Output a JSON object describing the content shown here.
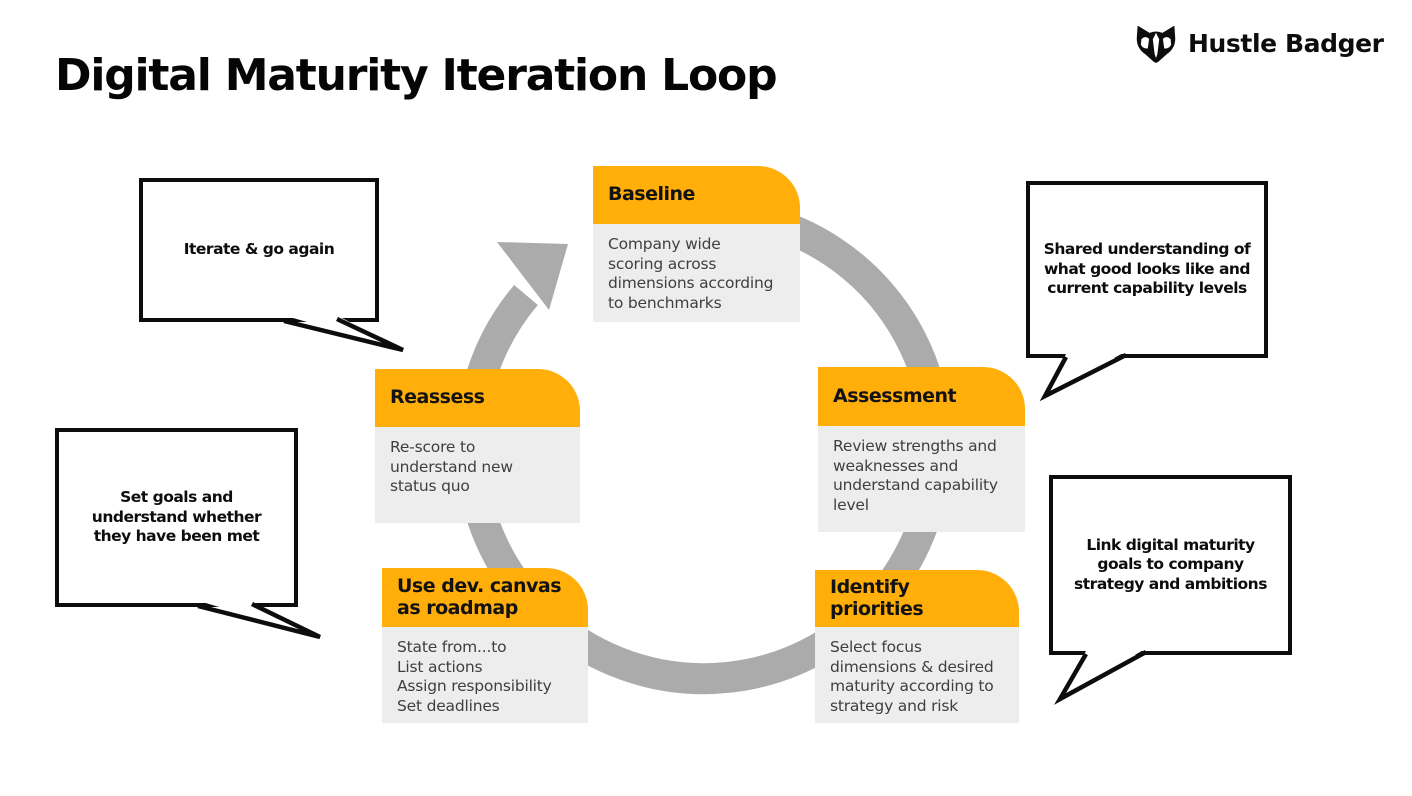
{
  "title": "Digital Maturity Iteration Loop",
  "brand": {
    "name": "Hustle Badger",
    "icon": "badger-icon"
  },
  "colors": {
    "accent": "#FFAE0A",
    "card_body_bg": "#EDEDED",
    "ring_gray": "#ABABAB",
    "heading_text": "#121212",
    "body_text": "#3F3F3F",
    "callout_border": "#0D0D0D"
  },
  "loop": {
    "direction": "clockwise",
    "ring_icon": "circular-arrow",
    "steps": [
      {
        "title": "Baseline",
        "description": "Company wide\nscoring across\ndimensions according\nto benchmarks"
      },
      {
        "title": "Assessment",
        "description": "Review strengths and\nweaknesses and\nunderstand capability\nlevel"
      },
      {
        "title": "Identify\npriorities",
        "description": "Select focus\ndimensions & desired\nmaturity according to\nstrategy and risk"
      },
      {
        "title": "Use dev. canvas\nas roadmap",
        "description": "State from...to\nList actions\nAssign responsibility\nSet deadlines"
      },
      {
        "title": "Reassess",
        "description": "Re-score to\nunderstand new\nstatus quo"
      }
    ]
  },
  "callouts": [
    {
      "text": "Iterate & go again"
    },
    {
      "text": "Shared understanding of\nwhat good looks like and\ncurrent capability levels"
    },
    {
      "text": "Set goals and\nunderstand whether\nthey have been met"
    },
    {
      "text": "Link digital maturity\ngoals to company\nstrategy and ambitions"
    }
  ]
}
